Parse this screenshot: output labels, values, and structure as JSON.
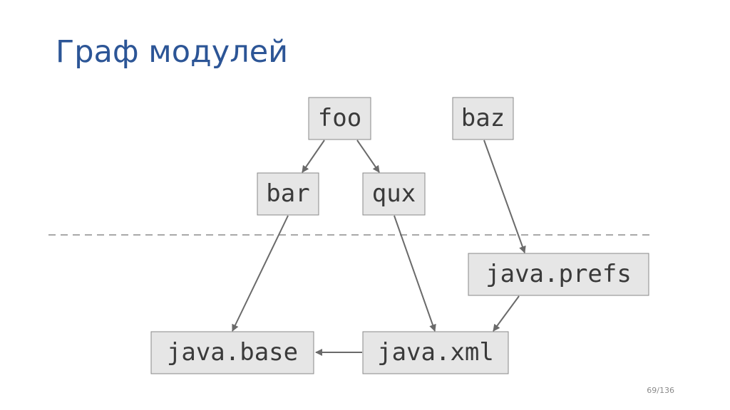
{
  "title": "Граф модулей",
  "page_number": "69/136",
  "colors": {
    "title": "#2c5596",
    "node_fill": "#e6e6e6",
    "node_border": "#888888",
    "edge": "#6a6a6a",
    "divider": "#a9a9a9"
  },
  "graph": {
    "nodes": [
      {
        "id": "foo",
        "label": "foo"
      },
      {
        "id": "baz",
        "label": "baz"
      },
      {
        "id": "bar",
        "label": "bar"
      },
      {
        "id": "qux",
        "label": "qux"
      },
      {
        "id": "java-prefs",
        "label": "java.prefs"
      },
      {
        "id": "java-base",
        "label": "java.base"
      },
      {
        "id": "java-xml",
        "label": "java.xml"
      }
    ],
    "edges": [
      {
        "from": "foo",
        "to": "bar"
      },
      {
        "from": "foo",
        "to": "qux"
      },
      {
        "from": "baz",
        "to": "java-prefs"
      },
      {
        "from": "bar",
        "to": "java-base"
      },
      {
        "from": "qux",
        "to": "java-xml"
      },
      {
        "from": "java-prefs",
        "to": "java-xml"
      },
      {
        "from": "java-xml",
        "to": "java-base"
      }
    ]
  }
}
